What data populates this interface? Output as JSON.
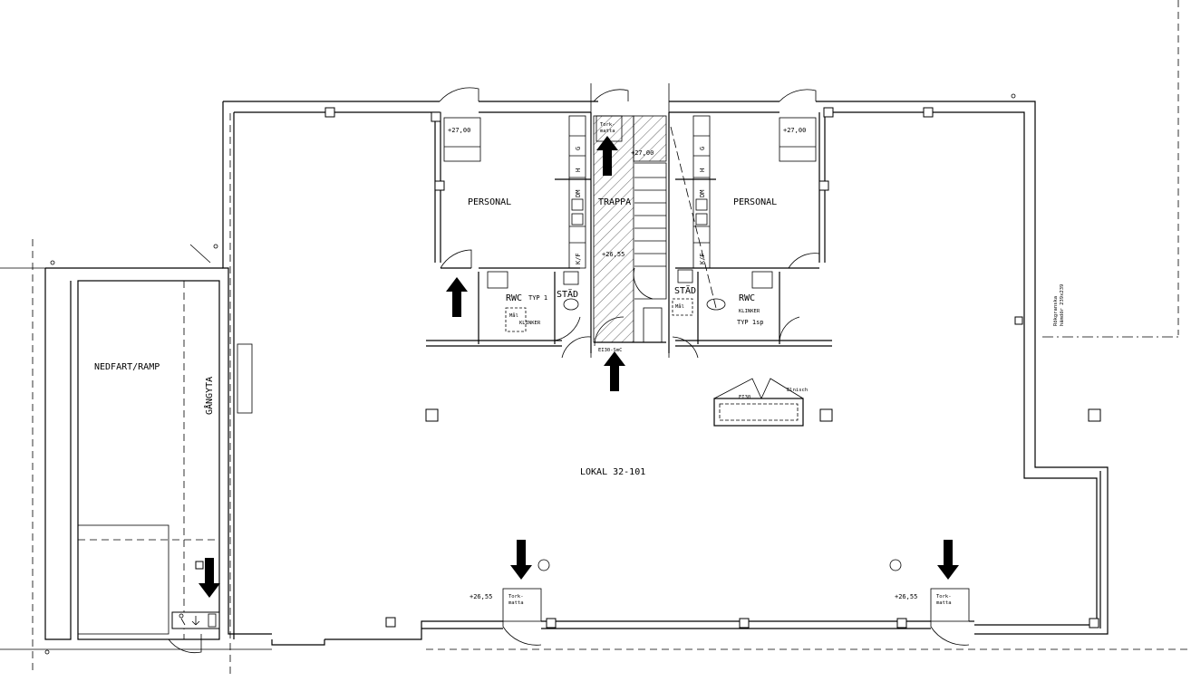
{
  "rooms": {
    "lokal": "LOKAL 32-101",
    "personal_left": "PERSONAL",
    "personal_right": "PERSONAL",
    "trappa": "TRAPPA",
    "nedfart": "NEDFART/RAMP",
    "gangyta": "GÅNGYTA",
    "rwc_left": "RWC",
    "rwc_right": "RWC",
    "stad_left": "STÄD",
    "stad_right": "STÄD"
  },
  "levels": {
    "personal_left": "+27,00",
    "personal_right": "+27,00",
    "trappa_top": "+27,00",
    "trappa_mid": "+26,55",
    "entrance_left": "+26,55",
    "entrance_right": "+26,55"
  },
  "notes": {
    "typ1_left": "TYP 1",
    "typ1sp_right": "TYP 1sp",
    "klinker_left": "KLINKER",
    "klinker_right": "KLINKER",
    "mal_left": "Mål",
    "mal_right": "Mål",
    "tork_top_a": "Tork-",
    "tork_top_b": "matta",
    "tork_bl_a": "Tork-",
    "tork_bl_b": "matta",
    "tork_br_a": "Tork-",
    "tork_br_b": "matta",
    "ei30_smc": "EI30-SmC",
    "ei30": "EI30",
    "elnisch": "Elnisch",
    "ruta_a": "Rökgranska",
    "ruta_b": "hämdör 239x239"
  },
  "fixtures": {
    "left": [
      "K/F",
      "DM",
      "H",
      "G"
    ],
    "right": [
      "K/F",
      "DM",
      "H",
      "G"
    ]
  }
}
